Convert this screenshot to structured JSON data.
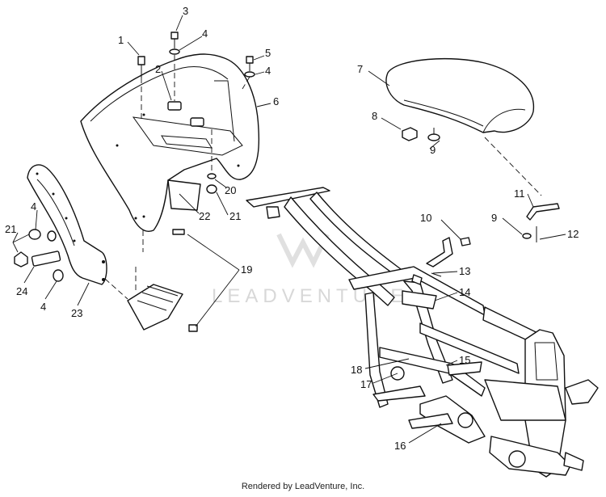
{
  "callouts": [
    {
      "id": "1",
      "text": "1"
    },
    {
      "id": "2",
      "text": "2"
    },
    {
      "id": "3",
      "text": "3"
    },
    {
      "id": "4a",
      "text": "4"
    },
    {
      "id": "5",
      "text": "5"
    },
    {
      "id": "4b",
      "text": "4"
    },
    {
      "id": "6",
      "text": "6"
    },
    {
      "id": "7",
      "text": "7"
    },
    {
      "id": "8",
      "text": "8"
    },
    {
      "id": "9a",
      "text": "9"
    },
    {
      "id": "20",
      "text": "20"
    },
    {
      "id": "22",
      "text": "22"
    },
    {
      "id": "21a",
      "text": "21"
    },
    {
      "id": "11",
      "text": "11"
    },
    {
      "id": "9b",
      "text": "9"
    },
    {
      "id": "12",
      "text": "12"
    },
    {
      "id": "10",
      "text": "10"
    },
    {
      "id": "4c",
      "text": "4"
    },
    {
      "id": "21b",
      "text": "21"
    },
    {
      "id": "19",
      "text": "19"
    },
    {
      "id": "13",
      "text": "13"
    },
    {
      "id": "14",
      "text": "14"
    },
    {
      "id": "24",
      "text": "24"
    },
    {
      "id": "4d",
      "text": "4"
    },
    {
      "id": "23",
      "text": "23"
    },
    {
      "id": "15",
      "text": "15"
    },
    {
      "id": "18",
      "text": "18"
    },
    {
      "id": "17",
      "text": "17"
    },
    {
      "id": "16",
      "text": "16"
    }
  ],
  "watermark": "LEADVENTURE",
  "footer": "Rendered by LeadVenture, Inc."
}
